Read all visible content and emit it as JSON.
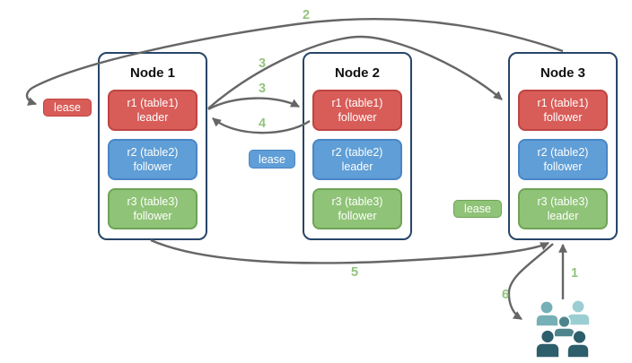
{
  "diagram": {
    "nodes": [
      {
        "title": "Node 1",
        "replicas": [
          {
            "name": "r1 (table1)",
            "role": "leader",
            "color": "red"
          },
          {
            "name": "r2 (table2)",
            "role": "follower",
            "color": "blue"
          },
          {
            "name": "r3 (table3)",
            "role": "follower",
            "color": "green"
          }
        ]
      },
      {
        "title": "Node 2",
        "replicas": [
          {
            "name": "r1 (table1)",
            "role": "follower",
            "color": "red"
          },
          {
            "name": "r2 (table2)",
            "role": "leader",
            "color": "blue"
          },
          {
            "name": "r3 (table3)",
            "role": "follower",
            "color": "green"
          }
        ]
      },
      {
        "title": "Node 3",
        "replicas": [
          {
            "name": "r1 (table1)",
            "role": "follower",
            "color": "red"
          },
          {
            "name": "r2 (table2)",
            "role": "follower",
            "color": "blue"
          },
          {
            "name": "r3 (table3)",
            "role": "leader",
            "color": "green"
          }
        ]
      }
    ],
    "leases": [
      {
        "label": "lease",
        "color": "red"
      },
      {
        "label": "lease",
        "color": "blue"
      },
      {
        "label": "lease",
        "color": "green"
      }
    ],
    "steps": {
      "s1": "1",
      "s2": "2",
      "s3a": "3",
      "s3b": "3",
      "s4": "4",
      "s5": "5",
      "s6": "6"
    },
    "icons": {
      "users": "users-group-icon"
    },
    "colors": {
      "red_fill": "#d85c58",
      "red_border": "#bf4440",
      "blue_fill": "#5f9ed6",
      "blue_border": "#4a86c6",
      "green_fill": "#8fc377",
      "green_border": "#6fa355",
      "node_border": "#274569",
      "arrow_gray": "#666666",
      "step_label_green": "#93c47d",
      "users_icon_teal_light": "#9bced2",
      "users_icon_teal_mid": "#74b0b6",
      "users_icon_teal_deep": "#4e858d",
      "users_icon_slate_dark": "#2d5e6c"
    }
  }
}
